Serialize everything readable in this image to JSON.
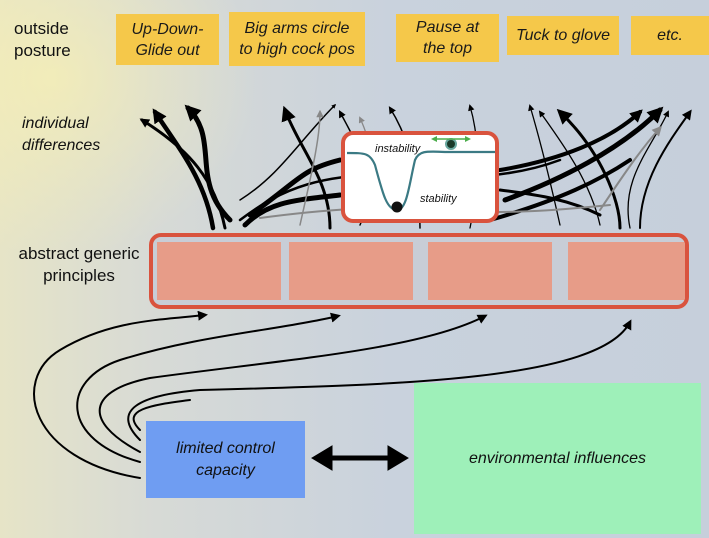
{
  "labels": {
    "outside_posture_line1": "outside",
    "outside_posture_line2": "posture",
    "individual_line1": "individual",
    "individual_line2": "differences",
    "principles_line1": "abstract generic",
    "principles_line2": "principles"
  },
  "postures": [
    {
      "line1": "Up-Down-",
      "line2": "Glide out"
    },
    {
      "line1": "Big arms circle",
      "line2": "to high cock pos"
    },
    {
      "line1": "Pause at",
      "line2": "the top"
    },
    {
      "line1": "Tuck to glove",
      "line2": ""
    },
    {
      "line1": "etc.",
      "line2": ""
    }
  ],
  "landscape": {
    "instability": "instability",
    "stability": "stability"
  },
  "boxes": {
    "control_line1": "limited control",
    "control_line2": "capacity",
    "environment": "environmental influences"
  },
  "colors": {
    "posture_fill": "#f5c84a",
    "principle_border": "#d9533e",
    "principle_fill": "#e79c88",
    "control_fill": "#6f9df2",
    "environment_fill": "#9ef0b9"
  }
}
